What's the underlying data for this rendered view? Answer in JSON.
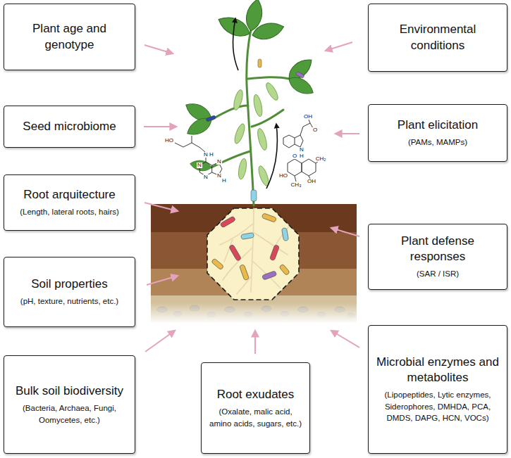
{
  "diagram": {
    "nodes": [
      {
        "text": [
          "Plant age and genotype"
        ]
      },
      {
        "text": [
          "Environmental conditions"
        ]
      },
      {
        "text": [
          "Seed microbiome"
        ]
      },
      {
        "text": [
          "Plant elicitation",
          "(PAMs, MAMPs)"
        ]
      },
      {
        "text": [
          "Root arquitecture",
          "(Length, lateral roots, hairs)"
        ]
      },
      {
        "text": [
          "Plant defense responses",
          "(SAR / ISR)"
        ]
      },
      {
        "text": [
          "Soil properties",
          "(pH, texture, nutrients, etc.)"
        ]
      },
      {
        "text": [
          "Bulk soil biodiversity",
          "(Bacteria, Archaea, Fungi, Oomycetes, etc.)"
        ]
      },
      {
        "text": [
          "Root exudates",
          "(Oxalate, malic acid, amino acids, sugars, etc.)"
        ]
      },
      {
        "text": [
          "Microbial enzymes and metabolites",
          "(Lipopeptides, Lytic enzymes, Siderophores, DMHDA, PCA, DMDS, DAPG, HCN, VOCs)"
        ]
      }
    ],
    "labels": [
      "HO",
      "N",
      "H",
      "N",
      "N",
      "N",
      "N",
      "H",
      "OH",
      "O",
      "N",
      "H",
      "HO",
      "O",
      "OH",
      "CH₃",
      "CH₂"
    ]
  }
}
